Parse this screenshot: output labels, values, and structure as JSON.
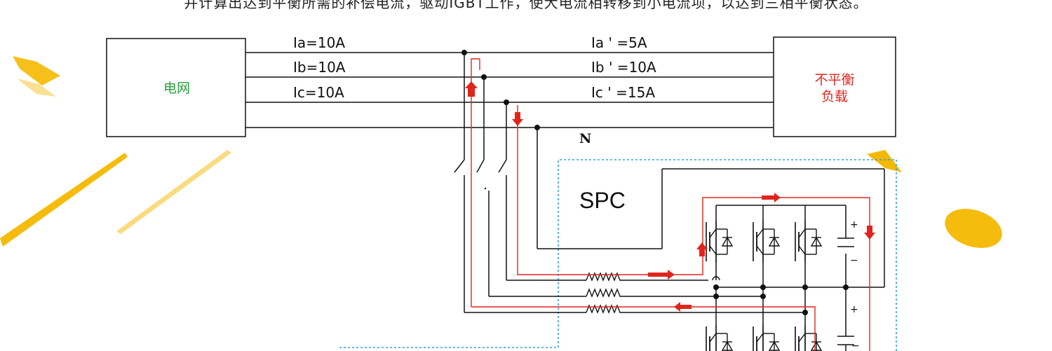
{
  "header_text": "并计算出达到平衡所需的补偿电流，驱动IGBT工作，使大电流相转移到小电流项，以达到三相平衡状态。",
  "grid_box": {
    "label": "电网",
    "color": "#2a9d3c"
  },
  "load_box": {
    "label_line1": "不平衡",
    "label_line2": "负载",
    "color": "#e0251d"
  },
  "currents_in": {
    "a": "Ia=10A",
    "b": "Ib=10A",
    "c": "Ic=10A"
  },
  "currents_out": {
    "a": "Ia ' =5A",
    "b": "Ib ' =10A",
    "c": "Ic ' =15A"
  },
  "neutral_label": "N",
  "device_label": "SPC",
  "capacitor_signs": {
    "plus_top": "+",
    "minus_top": "−",
    "plus_bottom": "+",
    "minus_bottom": "−"
  },
  "colors": {
    "flow": "#e0251d",
    "dotted_border": "#2fa6d8",
    "decor_yellow": "#f5b800",
    "wire": "#111111"
  }
}
